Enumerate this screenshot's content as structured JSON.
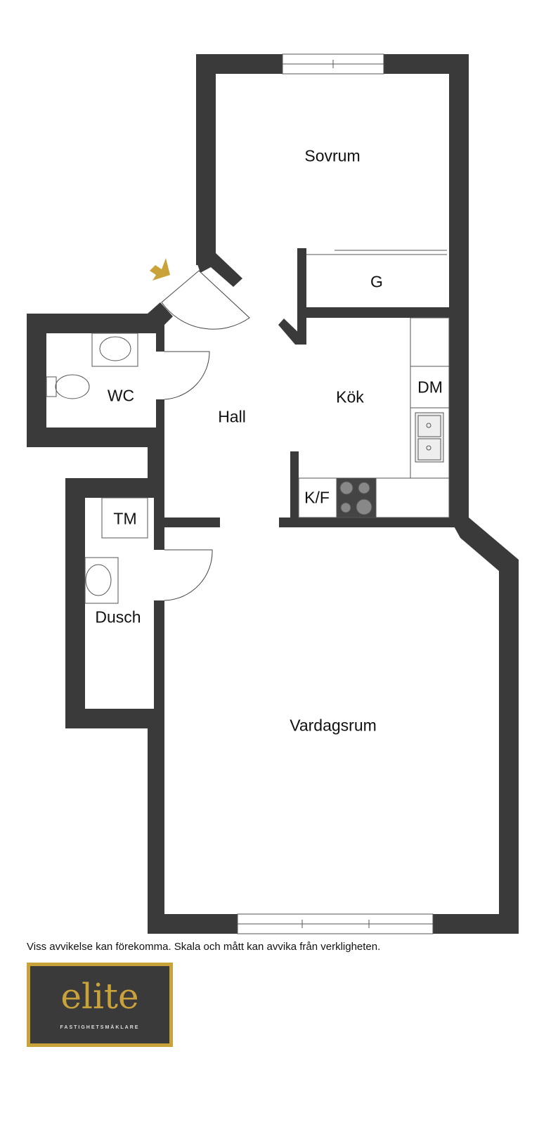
{
  "rooms": {
    "sovrum": "Sovrum",
    "g": "G",
    "wc": "WC",
    "hall": "Hall",
    "kok": "Kök",
    "dm": "DM",
    "kf": "K/F",
    "tm": "TM",
    "dusch": "Dusch",
    "vardagsrum": "Vardagsrum"
  },
  "disclaimer": "Viss avvikelse kan förekomma. Skala och mått kan avvika från verkligheten.",
  "logo": {
    "word": "elite",
    "subtitle": "FASTIGHETSMÄKLARE"
  },
  "colors": {
    "wall": "#3a3a3a",
    "accent": "#c9a23a"
  }
}
